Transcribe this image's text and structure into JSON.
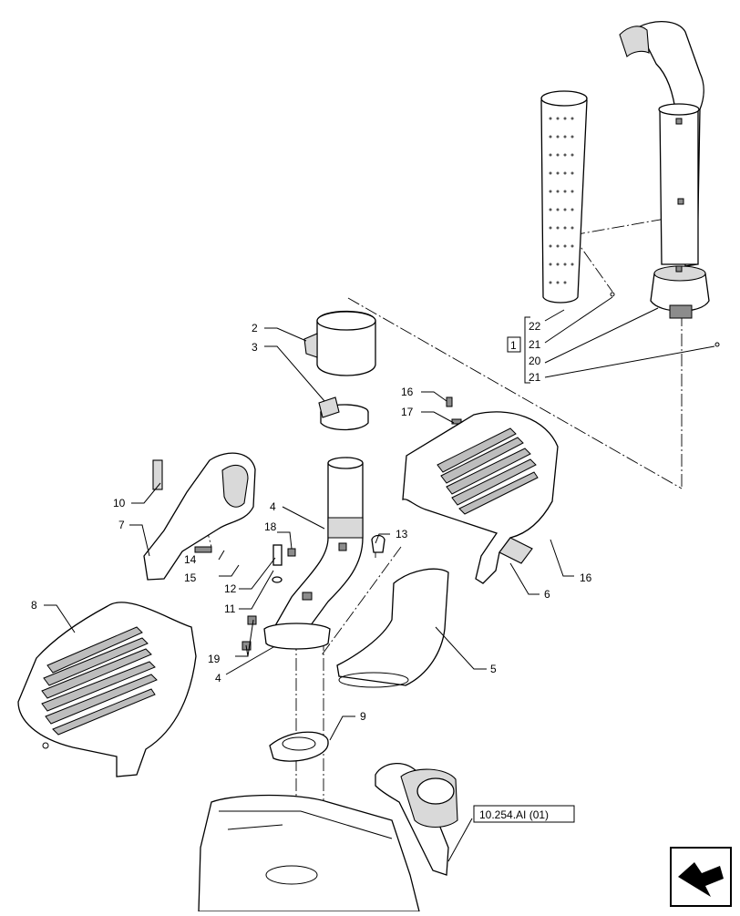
{
  "callouts": {
    "c1": "1",
    "c2": "2",
    "c3": "3",
    "c4a": "4",
    "c4b": "4",
    "c5": "5",
    "c6": "6",
    "c7": "7",
    "c8": "8",
    "c9": "9",
    "c10": "10",
    "c11": "11",
    "c12": "12",
    "c13": "13",
    "c14": "14",
    "c15": "15",
    "c16a": "16",
    "c16b": "16",
    "c17": "17",
    "c18": "18",
    "c19": "19",
    "c20": "20",
    "c21a": "21",
    "c21b": "21",
    "c22": "22"
  },
  "reference_box": {
    "label": "10.254.AI (01)"
  },
  "icons": {
    "nav": "next-page-arrow-icon"
  }
}
